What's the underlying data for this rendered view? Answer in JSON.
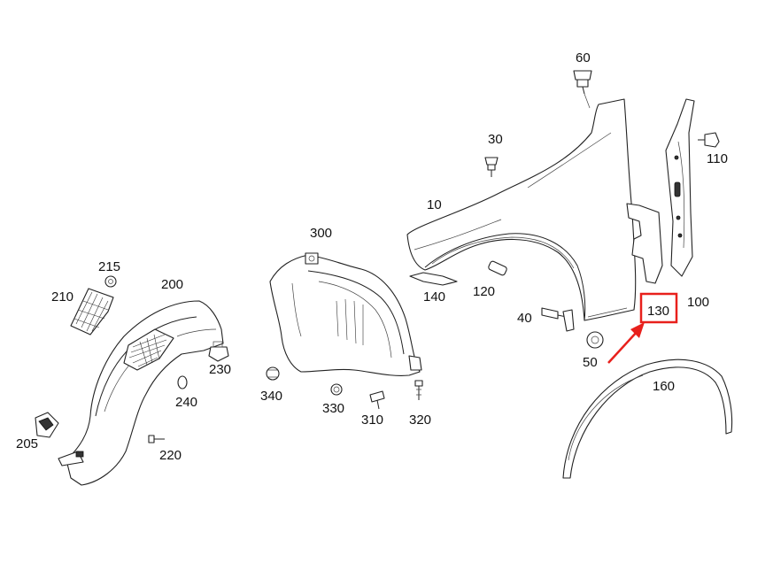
{
  "labels": {
    "p10": "10",
    "p30": "30",
    "p40": "40",
    "p50": "50",
    "p60": "60",
    "p100": "100",
    "p110": "110",
    "p120": "120",
    "p130": "130",
    "p140": "140",
    "p160": "160",
    "p200": "200",
    "p205": "205",
    "p210": "210",
    "p215": "215",
    "p220": "220",
    "p230": "230",
    "p240": "240",
    "p300": "300",
    "p310": "310",
    "p320": "320",
    "p330": "330",
    "p340": "340"
  },
  "highlight": {
    "color": "#e8201c"
  },
  "icons": {
    "arrow": "red-arrow-icon"
  }
}
